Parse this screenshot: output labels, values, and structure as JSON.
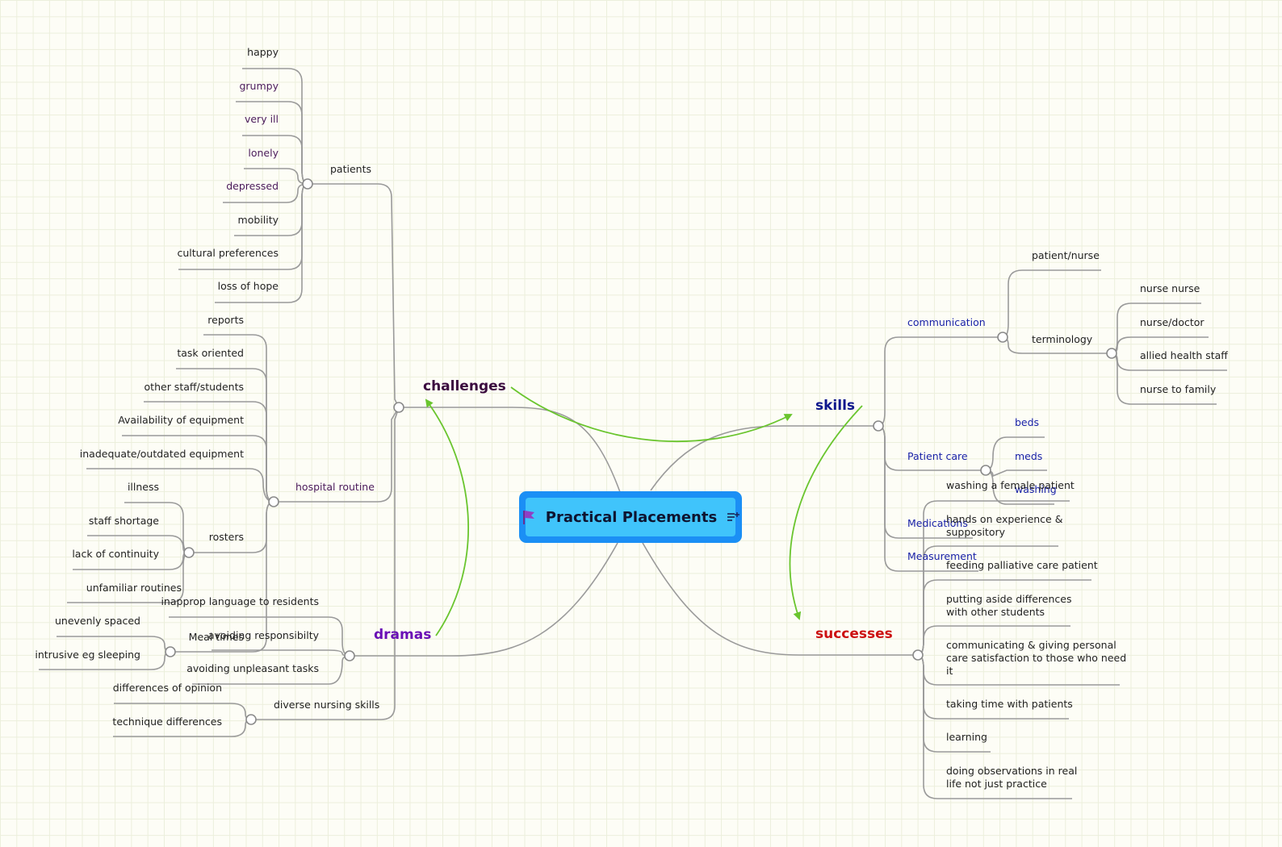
{
  "root": {
    "title": "Practical Placements",
    "flag_icon": "flag-icon",
    "notes_icon": "notes-icon"
  },
  "colors": {
    "line": "#9a9a9a",
    "arrow": "#6ac52e",
    "challenges": "#3b0a3f",
    "skills": "#0d168c",
    "dramas": "#6a0fb5",
    "successes": "#cc1111",
    "purple_text": "#4a1a5a",
    "blue_text": "#1a22a8",
    "root_fill": "#40c4fb",
    "root_border": "#1b8ff5"
  },
  "branches": {
    "challenges": "challenges",
    "skills": "skills",
    "dramas": "dramas",
    "successes": "successes"
  },
  "challenges": {
    "patients": {
      "label": "patients",
      "items": [
        "happy",
        "grumpy",
        "very ill",
        "lonely",
        "depressed",
        "mobility",
        "cultural preferences",
        "loss of hope"
      ]
    },
    "hospital_routine": {
      "label": "hospital routine",
      "items": [
        "reports",
        "task oriented",
        "other staff/students",
        "Availability of equipment",
        "inadequate/outdated equipment"
      ],
      "rosters": {
        "label": "rosters",
        "items": [
          "illness",
          "staff shortage",
          "lack of continuity",
          "unfamiliar routines"
        ]
      },
      "meal_times": {
        "label": "Meal times",
        "items": [
          "unevenly spaced",
          "intrusive eg sleeping"
        ]
      }
    },
    "diverse_nursing_skills": {
      "label": "diverse nursing skills",
      "items": [
        "differences of opinion",
        "technique differences"
      ]
    }
  },
  "dramas": {
    "items": [
      "inapprop language to residents",
      "avoiding responsibilty",
      "avoiding unpleasant tasks"
    ]
  },
  "skills": {
    "communication": {
      "label": "communication",
      "patient_nurse": "patient/nurse",
      "terminology": {
        "label": "terminology",
        "items": [
          "nurse nurse",
          "nurse/doctor",
          "allied health staff",
          "nurse to family"
        ]
      }
    },
    "patient_care": {
      "label": "Patient care",
      "items": [
        "beds",
        "meds",
        "washing"
      ]
    },
    "medications": "Medications",
    "measurement": "Measurement"
  },
  "successes": {
    "items": [
      "washing a female patient",
      "hands on experience & suppository",
      "feeding palliative care patient",
      "putting aside differences with other students",
      "communicating & giving personal care satisfaction to those who need it",
      "taking time with patients",
      "learning",
      "doing observations in real life not just practice"
    ]
  }
}
